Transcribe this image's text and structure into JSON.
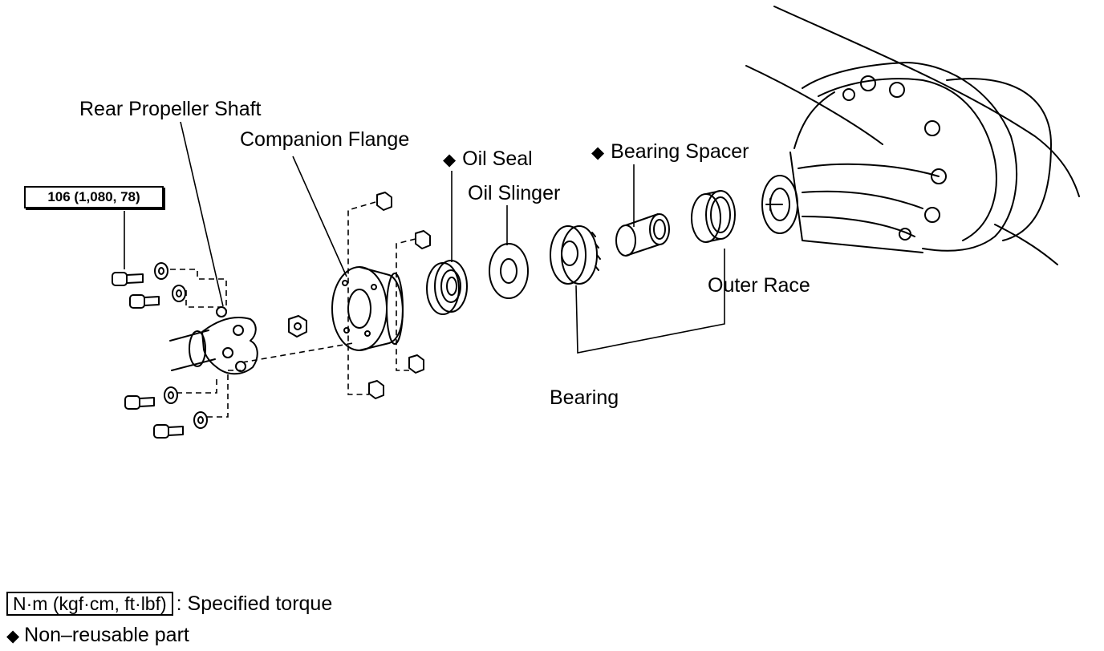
{
  "labels": {
    "rear_propeller_shaft": "Rear Propeller Shaft",
    "companion_flange": "Companion Flange",
    "oil_seal": "Oil Seal",
    "oil_slinger": "Oil Slinger",
    "bearing_spacer": "Bearing Spacer",
    "outer_race": "Outer Race",
    "bearing": "Bearing"
  },
  "markers": {
    "non_reusable": "◆"
  },
  "torque_spec": "106 (1,080, 78)",
  "legend": {
    "torque_unit": "N·m (kgf·cm, ft·lbf)",
    "torque_text": ": Specified torque",
    "non_reusable_text": "Non–reusable part"
  }
}
